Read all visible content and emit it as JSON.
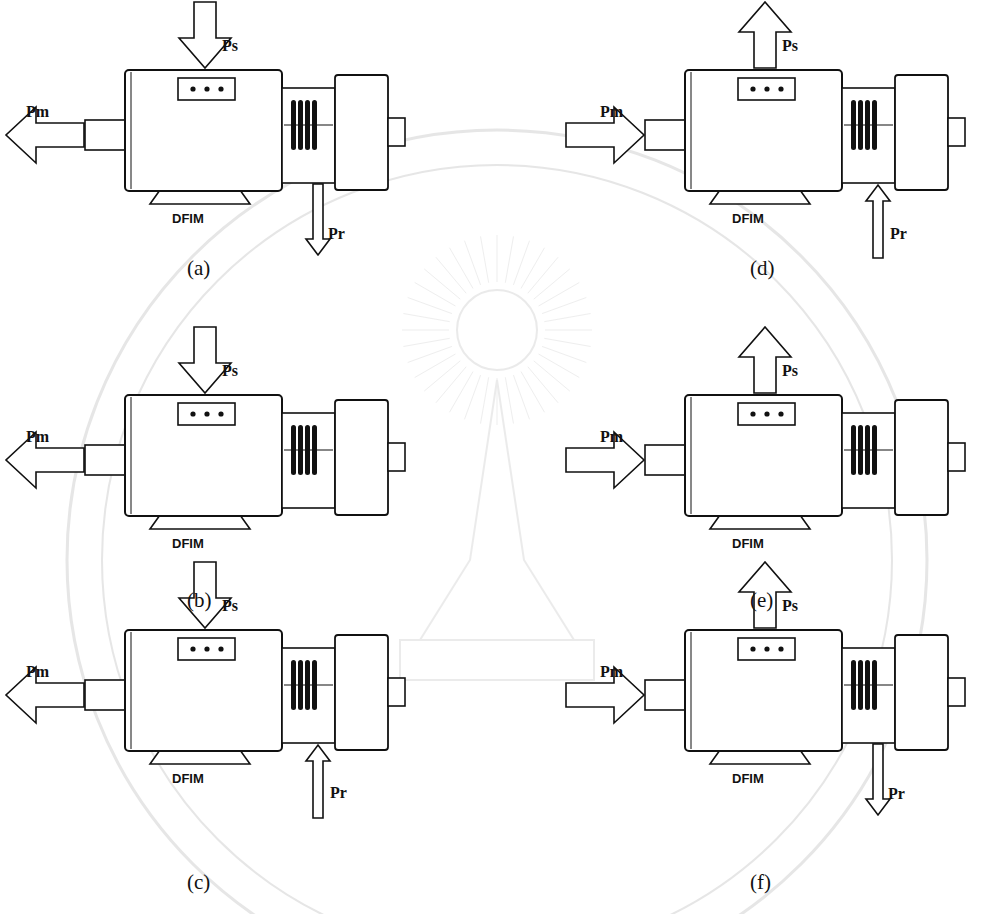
{
  "diagram": {
    "labels": [
      "Ps",
      "Pm",
      "Pr",
      "DFIM",
      "(a)",
      "Ps",
      "Pm",
      "DFIM",
      "(b)",
      "Ps",
      "Pm",
      "Pr",
      "DFIM",
      "(c)",
      "Pm",
      "Ps",
      "Pr",
      "DFIM",
      "(d)",
      "Ps",
      "Pm",
      "DFIM",
      "(e)",
      "Ps",
      "Pm",
      "Pr",
      "DFIM",
      "(f)"
    ]
  }
}
